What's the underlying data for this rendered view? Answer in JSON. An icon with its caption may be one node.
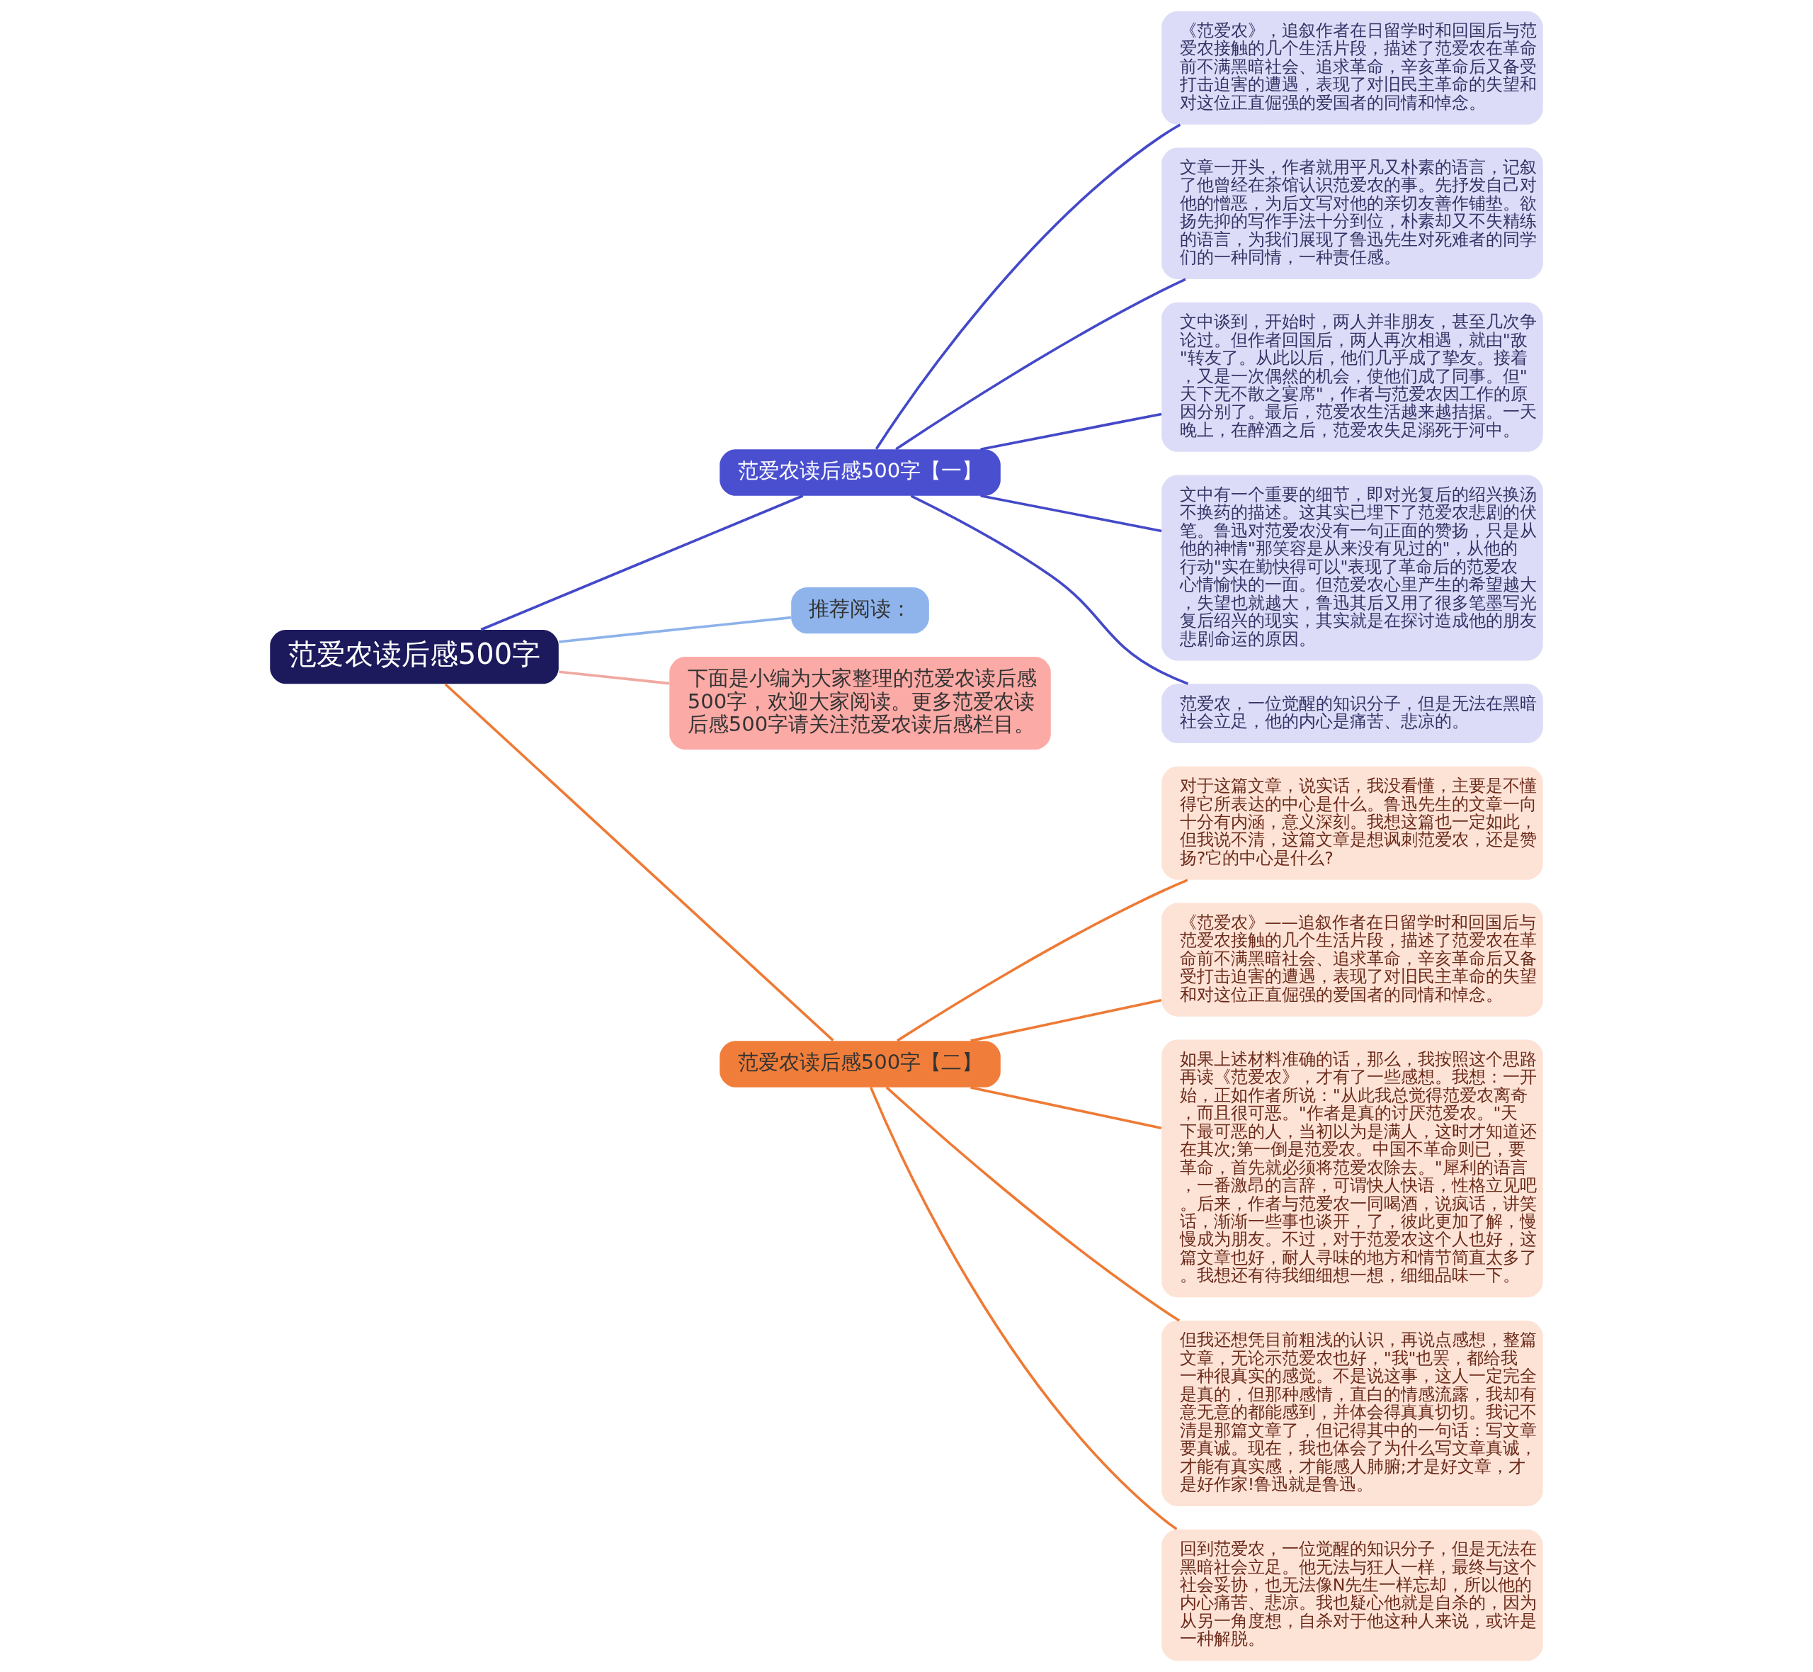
{
  "diagram": {
    "nodes": [
      {
        "text": [
          "范爱农读后感500字"
        ]
      },
      {
        "text": [
          "范爱农读后感500字【一】"
        ]
      },
      {
        "text": [
          "推荐阅读："
        ]
      },
      {
        "text": [
          "下面是小编为大家整理的范爱农读后感500字，欢迎大家阅读。更多范爱农读后感500字请关注范爱农读后感栏目。"
        ]
      },
      {
        "text": [
          "范爱农读后感500字【二】"
        ]
      },
      {
        "text": [
          "《范爱农》，追叙作者在日留学时和回国后与范爱农接触的几个生活片段，描述了范爱农在革命前不满黑暗社会、追求革命，辛亥革命后又备受打击迫害的遭遇，表现了对旧民主革命的失望和对这位正直倔强的爱国者的同情和悼念。"
        ]
      },
      {
        "text": [
          "文章一开头，作者就用平凡又朴素的语言，记叙了他曾经在茶馆认识范爱农的事。先抒发自己对他的憎恶，为后文写对他的亲切友善作铺垫。欲扬先抑的写作手法十分到位，朴素却又不失精练的语言，为我们展现了鲁迅先生对死难者的同学们的一种同情，一种责任感。"
        ]
      },
      {
        "text": [
          "文中谈到，开始时，两人并非朋友，甚至几次争论过。但作者回国后，两人再次相遇，就由\"敌\"转友了。从此以后，他们几乎成了挚友。接着，又是一次偶然的机会，使他们成了同事。但\"天下无不散之宴席\"，作者与范爱农因工作的原因分别了。最后，范爱农生活越来越拮据。一天晚上，在醉酒之后，范爱农失足溺死于河中。"
        ]
      },
      {
        "text": [
          "文中有一个重要的细节，即对光复后的绍兴换汤不换药的描述。这其实已埋下了范爱农悲剧的伏笔。鲁迅对范爱农没有一句正面的赞扬，只是从他的神情\"那笑容是从来没有见过的\"，从他的行动\"实在勤快得可以\"表现了革命后的范爱农心情愉快的一面。但范爱农心里产生的希望越大，失望也就越大，鲁迅其后又用了很多笔墨写光复后绍兴的现实，其实就是在探讨造成他的朋友悲剧命运的原因。"
        ]
      },
      {
        "text": [
          "范爱农，一位觉醒的知识分子，但是无法在黑暗社会立足，他的内心是痛苦、悲凉的。"
        ]
      },
      {
        "text": [
          "对于这篇文章，说实话，我没看懂，主要是不懂得它所表达的中心是什么。鲁迅先生的文章一向十分有内涵，意义深刻。我想这篇也一定如此，但我说不清，这篇文章是想讽刺范爱农，还是赞扬?它的中心是什么?"
        ]
      },
      {
        "text": [
          "《范爱农》——追叙作者在日留学时和回国后与范爱农接触的几个生活片段，描述了范爱农在革命前不满黑暗社会、追求革命，辛亥革命后又备受打击迫害的遭遇，表现了对旧民主革命的失望和对这位正直倔强的爱国者的同情和悼念。"
        ]
      },
      {
        "text": [
          "如果上述材料准确的话，那么，我按照这个思路再读《范爱农》，才有了一些感想。我想：一开始，正如作者所说：\"从此我总觉得范爱农离奇，而且很可恶。\"作者是真的讨厌范爱农。\"天下最可恶的人，当初以为是满人，这时才知道还在其次;第一倒是范爱农。中国不革命则已，要革命，首先就必须将范爱农除去。\"犀利的语言，一番激昂的言辞，可谓快人快语，性格立见吧。后来，作者与范爱农一同喝酒，说疯话，讲笑话，渐渐一些事也谈开，了，彼此更加了解，慢慢成为朋友。不过，对于范爱农这个人也好，这篇文章也好，耐人寻味的地方和情节简直太多了。我想还有待我细细想一想，细细品味一下。"
        ]
      },
      {
        "text": [
          "但我还想凭目前粗浅的认识，再说点感想，整篇文章，无论示范爱农也好，\"我\"也罢，都给我一种很真实的感觉。不是说这事，这人一定完全是真的，但那种感情，直白的情感流露，我却有意无意的都能感到，并体会得真真切切。我记不清是那篇文章了，但记得其中的一句话：写文章要真诚。现在，我也体会了为什么写文章真诚，才能有真实感，才能感人肺腑;才是好文章，才是好作家!鲁迅就是鲁迅。"
        ]
      },
      {
        "text": [
          "回到范爱农，一位觉醒的知识分子，但是无法在黑暗社会立足。他无法与狂人一样，最终与这个社会妥协，也无法像N先生一样忘却，所以他的内心痛苦、悲凉。我也疑心他就是自杀的，因为从另一角度想，自杀对于他这种人来说，或许是一种解脱。"
        ]
      }
    ],
    "edges": [
      {
        "from": 0,
        "to": 1,
        "arrow": "none",
        "color": "#4449c8"
      },
      {
        "from": 0,
        "to": 2,
        "arrow": "none",
        "color": "#8db2ea"
      },
      {
        "from": 0,
        "to": 3,
        "arrow": "none",
        "color": "#f0a8a0"
      },
      {
        "from": 0,
        "to": 4,
        "arrow": "none",
        "color": "#ee7a35"
      },
      {
        "from": 1,
        "to": 5,
        "arrow": "none",
        "color": "#4449c8"
      },
      {
        "from": 1,
        "to": 6,
        "arrow": "none",
        "color": "#4449c8"
      },
      {
        "from": 1,
        "to": 7,
        "arrow": "none",
        "color": "#4449c8"
      },
      {
        "from": 1,
        "to": 8,
        "arrow": "none",
        "color": "#4449c8"
      },
      {
        "from": 1,
        "to": 9,
        "arrow": "none",
        "color": "#4449c8"
      },
      {
        "from": 4,
        "to": 10,
        "arrow": "none",
        "color": "#ee7a35"
      },
      {
        "from": 4,
        "to": 11,
        "arrow": "none",
        "color": "#ee7a35"
      },
      {
        "from": 4,
        "to": 12,
        "arrow": "none",
        "color": "#ee7a35"
      },
      {
        "from": 4,
        "to": 13,
        "arrow": "none",
        "color": "#ee7a35"
      },
      {
        "from": 4,
        "to": 14,
        "arrow": "none",
        "color": "#ee7a35"
      }
    ]
  }
}
